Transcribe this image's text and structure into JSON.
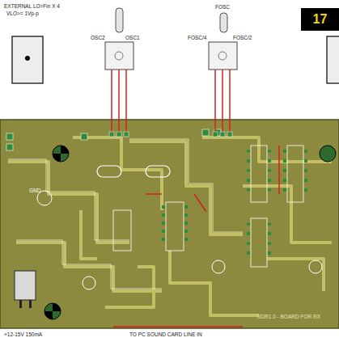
{
  "diagram": {
    "nodes": [
      {
        "text": [
          "17"
        ]
      }
    ],
    "labels": [
      "EXTERNAL LO=Fin X 4",
      "VLO>= 1Vp-p",
      "OSC2",
      "OSC1",
      "FOSC",
      "FOSC/4",
      "FOSC/2",
      "GND",
      "+12-15V 150mA",
      "TO PC SOUND CARD LINE IN",
      "SDR1.0 - BOARD FOR RX"
    ]
  }
}
